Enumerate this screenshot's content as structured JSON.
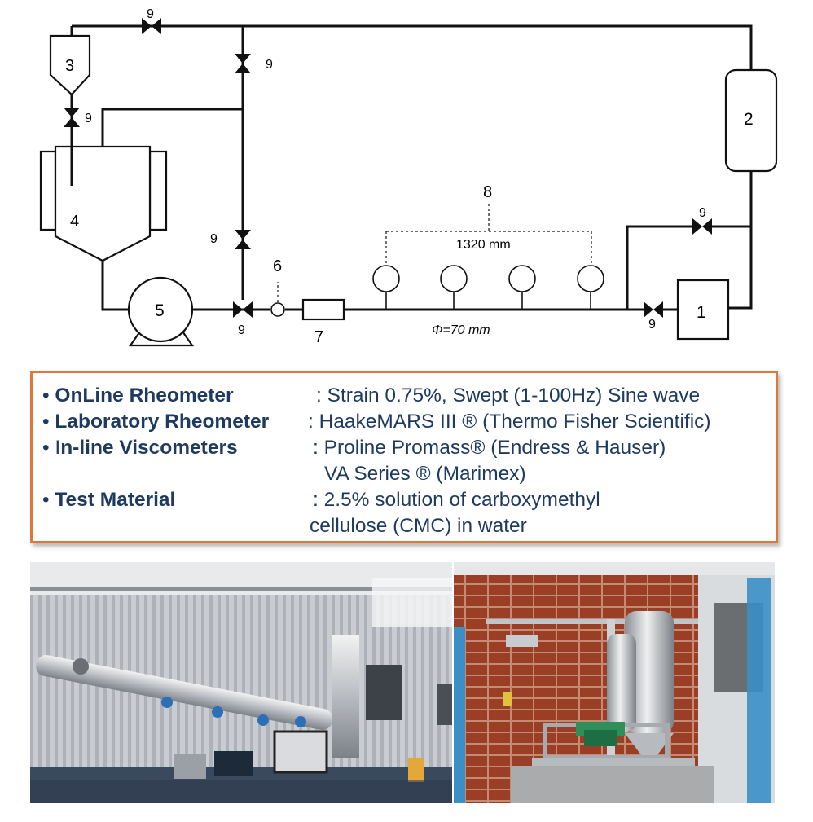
{
  "diagram": {
    "labels": {
      "pump_unit": "1",
      "vessel_2": "2",
      "hopper_3": "3",
      "tank_4": "4",
      "pump_5": "5",
      "sensor_6": "6",
      "element_7": "7",
      "rheometers_8": "8",
      "valve": "9"
    },
    "spacing": "1320 mm",
    "diameter": "Φ=70 mm"
  },
  "specs": [
    {
      "key": "OnLine Rheometer",
      "value": ": Strain 0.75%, Swept (1-100Hz) Sine wave",
      "value2": ""
    },
    {
      "key": "Laboratory Rheometer",
      "value": ": HaakeMARS III ® (Thermo Fisher Scientific)",
      "value2": ""
    },
    {
      "key_prefix": "I",
      "key": "n-line Viscometers",
      "value": ": Proline Promass® (Endress & Hauser)",
      "value2": "VA Series ® (Marimex)"
    },
    {
      "key": "Test Material",
      "value": ": 2.5% solution of carboxymethyl",
      "value2": "cellulose (CMC) in water"
    }
  ],
  "colors": {
    "box_border": "#e2763a",
    "text": "#1f3a60"
  }
}
